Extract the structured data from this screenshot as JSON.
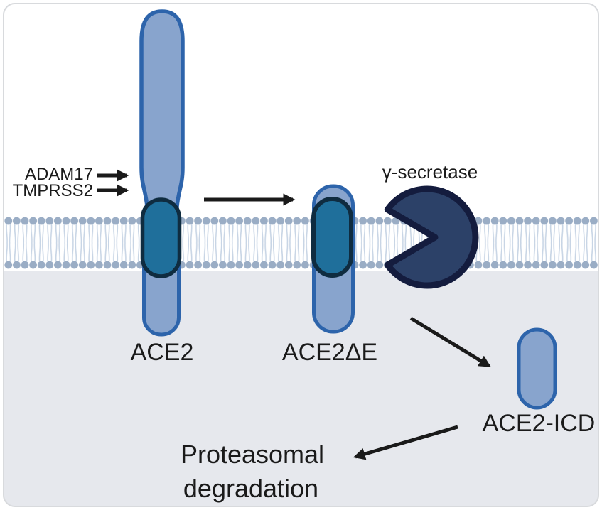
{
  "labels": {
    "adam17": "ADAM17",
    "tmprss2": "TMPRSS2",
    "ace2": "ACE2",
    "ace2_delta_e": "ACE2ΔE",
    "gamma_secretase": "γ-secretase",
    "ace2_icd": "ACE2-ICD",
    "proteasomal_line1": "Proteasomal",
    "proteasomal_line2": "degradation"
  },
  "colors": {
    "extracellular_bg": "#ffffff",
    "intracellular_bg": "#e6e8ed",
    "frame_border": "#d8dadd",
    "lipid_head": "#9aadc5",
    "lipid_tail": "#c8d5e5",
    "protein_light_fill": "#88a4cd",
    "protein_light_stroke": "#2d64ab",
    "tm_fill": "#1f6f9b",
    "tm_stroke": "#0f2c40",
    "secretase_fill": "#2c4168",
    "secretase_stroke": "#141c3e",
    "arrow": "#1a1a1a",
    "text": "#1a1a1a"
  }
}
